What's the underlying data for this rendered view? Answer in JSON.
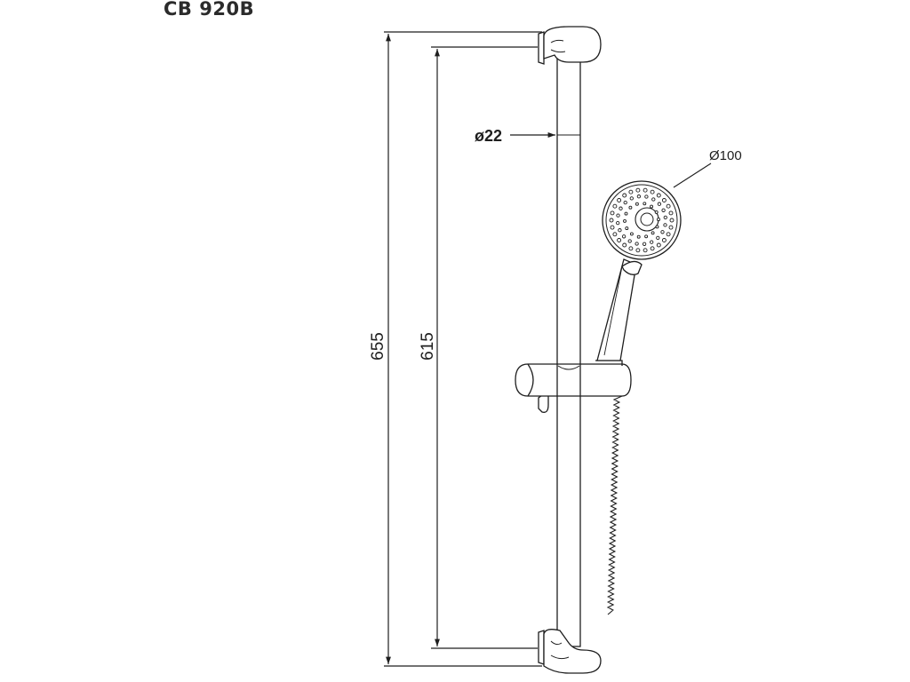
{
  "title": "CB 920B",
  "dimensions": {
    "overall_height": "655",
    "bracket_spacing": "615",
    "rail_diameter": "ø22",
    "head_diameter": "Ø100"
  },
  "colors": {
    "line": "#1e1e1e",
    "title": "#2b2b2b",
    "background": "#ffffff"
  }
}
